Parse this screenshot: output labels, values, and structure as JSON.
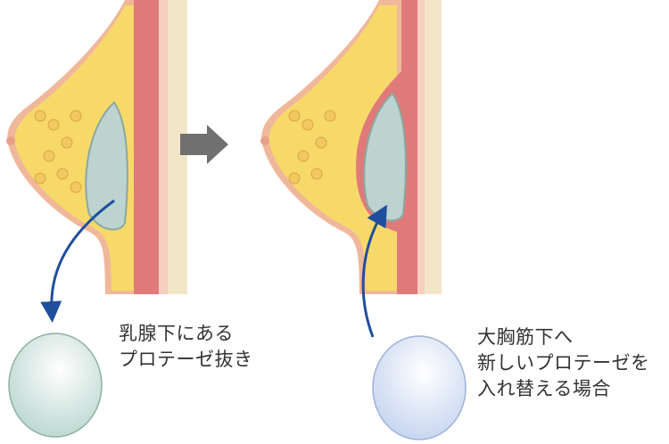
{
  "captions": {
    "left": [
      "乳腺下にある",
      "プロテーゼ抜き"
    ],
    "right": [
      "大胸筋下へ",
      "新しいプロテーゼを",
      "入れ替える場合"
    ]
  },
  "colors": {
    "fat": "#f7d96a",
    "skin": "#f0b89a",
    "muscle": "#e07a7a",
    "implant": "#bcd3cf",
    "new_implant": "#d6e2f2",
    "arrow_blue": "#1f4f9c",
    "arrow_gray": "#707070"
  }
}
